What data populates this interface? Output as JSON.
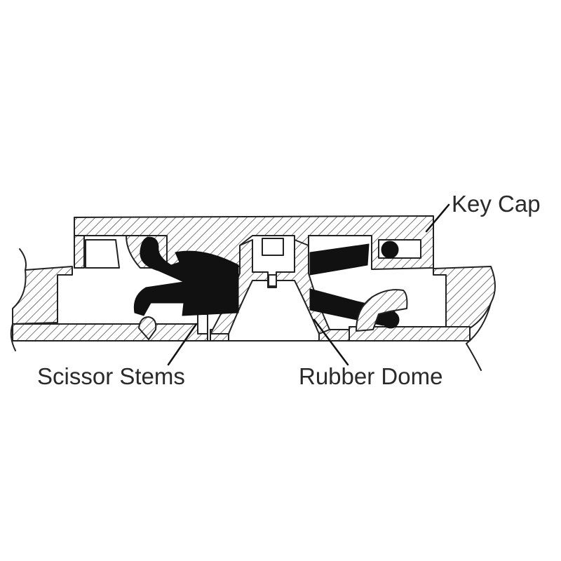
{
  "labels": {
    "key_cap": "Key Cap",
    "scissor_stems": "Scissor Stems",
    "rubber_dome": "Rubber Dome"
  },
  "colors": {
    "line": "#222222",
    "background": "#ffffff",
    "text": "#2a2a2a"
  }
}
